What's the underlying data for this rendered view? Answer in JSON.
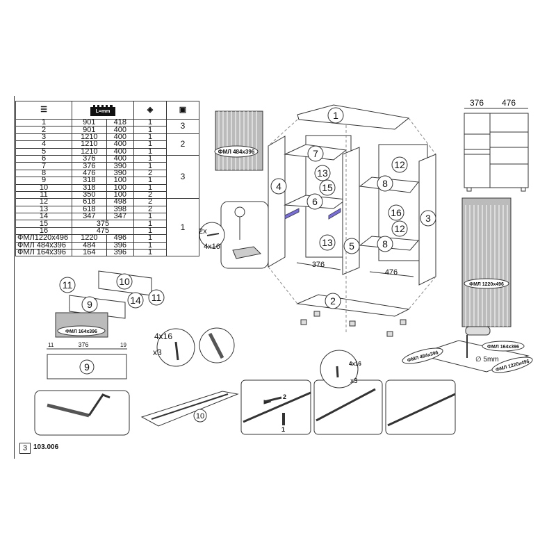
{
  "table": {
    "headers": {
      "part": "part-number-icon",
      "size": "L=mm",
      "qty": "layers-icon",
      "pack": "package-icon"
    },
    "rows": [
      {
        "part": "1",
        "a": "901",
        "b": "418",
        "qty": "1"
      },
      {
        "part": "2",
        "a": "901",
        "b": "400",
        "qty": "1"
      },
      {
        "part": "3",
        "a": "1210",
        "b": "400",
        "qty": "1"
      },
      {
        "part": "4",
        "a": "1210",
        "b": "400",
        "qty": "1"
      },
      {
        "part": "5",
        "a": "1210",
        "b": "400",
        "qty": "1"
      },
      {
        "part": "6",
        "a": "376",
        "b": "400",
        "qty": "1"
      },
      {
        "part": "7",
        "a": "376",
        "b": "390",
        "qty": "1"
      },
      {
        "part": "8",
        "a": "476",
        "b": "390",
        "qty": "2"
      },
      {
        "part": "9",
        "a": "318",
        "b": "100",
        "qty": "1"
      },
      {
        "part": "10",
        "a": "318",
        "b": "100",
        "qty": "1"
      },
      {
        "part": "11",
        "a": "350",
        "b": "100",
        "qty": "2"
      },
      {
        "part": "12",
        "a": "618",
        "b": "498",
        "qty": "2"
      },
      {
        "part": "13",
        "a": "618",
        "b": "398",
        "qty": "2"
      },
      {
        "part": "14",
        "a": "347",
        "b": "347",
        "qty": "1"
      },
      {
        "part": "15",
        "a": "375",
        "b": "",
        "qty": "1"
      },
      {
        "part": "16",
        "a": "475",
        "b": "",
        "qty": "1"
      },
      {
        "part": "ФМЛ1220x496",
        "a": "1220",
        "b": "496",
        "qty": "1"
      },
      {
        "part": "ФМЛ 484x396",
        "a": "484",
        "b": "396",
        "qty": "1"
      },
      {
        "part": "ФМЛ 164x396",
        "a": "164",
        "b": "396",
        "qty": "1"
      }
    ],
    "packs": [
      "3",
      "2",
      "3",
      "1"
    ]
  },
  "main": {
    "callouts": [
      "1",
      "2",
      "3",
      "4",
      "5",
      "6",
      "7",
      "8",
      "8",
      "12",
      "12",
      "13",
      "13",
      "15",
      "16"
    ],
    "dim_left": "376",
    "dim_right": "476",
    "panel_label": "ФМЛ 484x396",
    "screw_qty": "2x",
    "screw_size": "4x16"
  },
  "front_view": {
    "dim_left": "376",
    "dim_right": "476",
    "panel_label": "ФМЛ 1220x496"
  },
  "drawer": {
    "callouts": [
      "11",
      "10",
      "9",
      "14",
      "11"
    ],
    "panel_label": "ФМЛ 164x396",
    "dims": [
      "11",
      "376",
      "19"
    ],
    "front_label": "9"
  },
  "screws": {
    "size": "4x16",
    "qty": "x3"
  },
  "rail": {
    "label": "10"
  },
  "drill": {
    "labels": [
      "ФМЛ 484x396",
      "ФМЛ 164x396",
      "ФМЛ 1220x496"
    ],
    "diameter": "∅ 5mm"
  },
  "slides": {
    "step1": "1",
    "step2": "2",
    "screw_size": "4x16",
    "screw_qty": "x3"
  },
  "footer": {
    "page": "3",
    "code": "103.006"
  }
}
